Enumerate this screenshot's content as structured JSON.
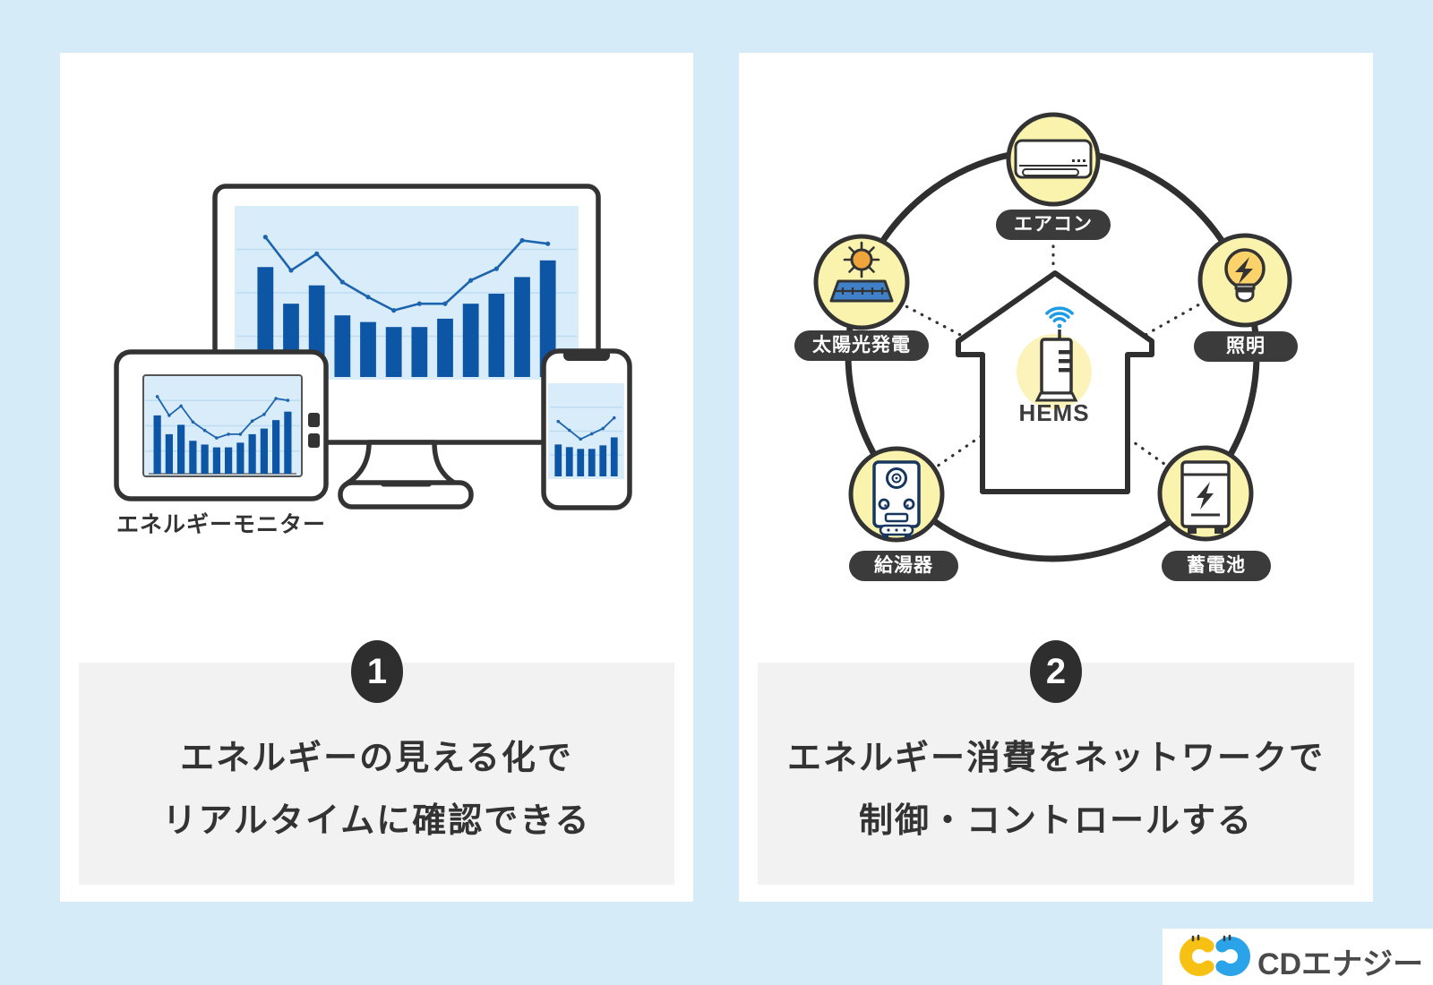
{
  "left_panel": {
    "device_label": "エネルギーモニター",
    "step_number": "1",
    "caption_line1": "エネルギーの見える化で",
    "caption_line2": "リアルタイムに確認できる",
    "monitor_chart": {
      "type": "bar+line",
      "bars": [
        0.66,
        0.44,
        0.55,
        0.37,
        0.33,
        0.3,
        0.3,
        0.35,
        0.44,
        0.5,
        0.6,
        0.7
      ],
      "line": [
        0.84,
        0.64,
        0.74,
        0.57,
        0.48,
        0.4,
        0.44,
        0.44,
        0.58,
        0.65,
        0.82,
        0.8
      ]
    },
    "tablet_chart": {
      "type": "bar+line",
      "bars": [
        0.62,
        0.42,
        0.52,
        0.35,
        0.31,
        0.28,
        0.28,
        0.33,
        0.42,
        0.48,
        0.57,
        0.66
      ],
      "line": [
        0.82,
        0.62,
        0.72,
        0.55,
        0.46,
        0.38,
        0.42,
        0.42,
        0.56,
        0.63,
        0.8,
        0.78
      ]
    },
    "phone_chart": {
      "type": "bar+line",
      "bars": [
        0.36,
        0.33,
        0.31,
        0.31,
        0.35,
        0.44
      ],
      "line": [
        0.62,
        0.52,
        0.42,
        0.48,
        0.54,
        0.66
      ]
    }
  },
  "right_panel": {
    "step_number": "2",
    "caption_line1": "エネルギー消費をネットワークで",
    "caption_line2": "制御・コントロールする",
    "hub_label": "HEMS",
    "nodes": [
      {
        "id": "aircon",
        "label": "エアコン"
      },
      {
        "id": "solar",
        "label": "太陽光発電"
      },
      {
        "id": "lighting",
        "label": "照明"
      },
      {
        "id": "water-heater",
        "label": "給湯器"
      },
      {
        "id": "battery",
        "label": "蓄電池"
      }
    ]
  },
  "footer": {
    "logo_text": "CDエナジー"
  },
  "colors": {
    "background": "#d5ecf8",
    "card": "#ffffff",
    "caption_box": "#f2f2f2",
    "dark": "#2f2f2f",
    "bar_blue": "#0d56a6",
    "chart_bg": "#d9ecf9",
    "grid_blue": "#bcdcf2",
    "icon_yellow": "#faf3ae",
    "glow_yellow": "#fbf3b9",
    "sun_orange": "#f0a43c",
    "panel_blue": "#3f80c8",
    "bulb_yellow": "#fcd36b",
    "navy": "#17365d",
    "wifi_blue": "#1b9ce5",
    "logo_yellow": "#f6c113",
    "logo_blue": "#2ba3e8"
  }
}
